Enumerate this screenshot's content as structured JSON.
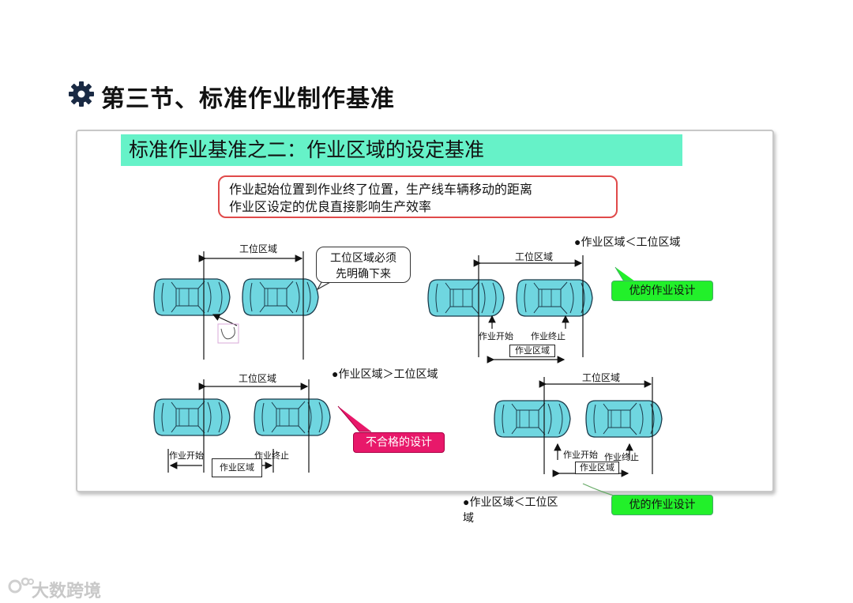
{
  "header": {
    "title": "第三节、标准作业制作基准"
  },
  "panel": {
    "subtitle": "标准作业基准之二：作业区域的设定基准",
    "note_line1": "作业起始位置到作业终了位置，生产线车辆移动的距离",
    "note_line2": "作业区设定的优良直接影响生产效率"
  },
  "diagrams": {
    "top_left": {
      "span_label": "工位区域",
      "bubble_line1": "工位区域必须",
      "bubble_line2": "先明确下来"
    },
    "top_right": {
      "condition": "●作业区域＜工位区域",
      "span_label": "工位区域",
      "start_label": "作业开始",
      "end_label": "作业终止",
      "box_label": "作业区域",
      "verdict": "优的作业设计"
    },
    "bottom_left": {
      "condition": "●作业区域＞工位区域",
      "span_label": "工位区域",
      "start_label": "作业开始",
      "end_label": "作业终止",
      "box_label": "作业区域",
      "verdict": "不合格的设计"
    },
    "bottom_right": {
      "span_label": "工位区域",
      "start_label": "作业开始",
      "end_label": "作业终止",
      "box_label": "作业区域",
      "condition_line1": "●作业区域＜工位区",
      "condition_line2": "域",
      "verdict": "优的作业设计"
    }
  },
  "footer": {
    "watermark": "大数跨境"
  },
  "colors": {
    "subhead_bg": "#66f2c8",
    "good": "#22f02a",
    "bad": "#e8186a",
    "car_body": "#6fd6e0",
    "note_border": "#e04a4a"
  }
}
